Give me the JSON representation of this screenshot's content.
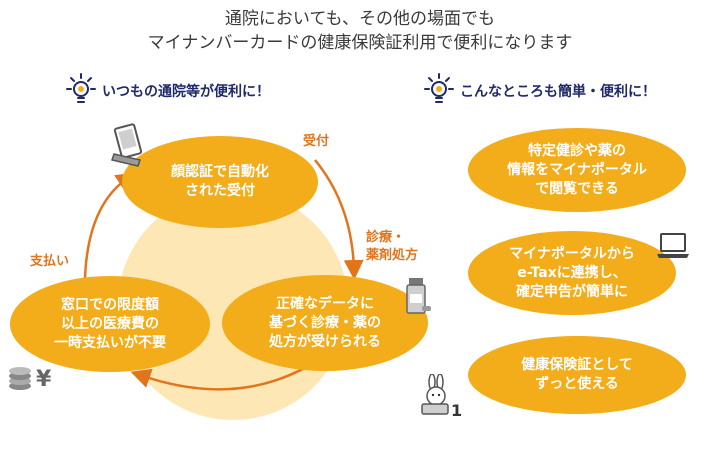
{
  "header": {
    "line1": "通院においても、その他の場面でも",
    "line2": "マイナンバーカードの健康保険証利用で便利になります"
  },
  "left": {
    "title": "いつもの通院等が便利に！",
    "top_oval": [
      "顔認証で自動化",
      "された受付"
    ],
    "right_oval": [
      "正確なデータに",
      "基づく診療・薬の",
      "処方が受けられる"
    ],
    "left_oval": [
      "窓口での限度額",
      "以上の医療費の",
      "一時支払いが不要"
    ],
    "label_reception": "受付",
    "label_treatment": [
      "診療・",
      "薬剤処方"
    ],
    "label_payment": "支払い"
  },
  "right": {
    "title": "こんなところも簡単・便利に！",
    "oval1": [
      "特定健診や薬の",
      "情報をマイナポータル",
      "で閲覧できる"
    ],
    "oval2": [
      "マイナポータルから",
      "e-Taxに連携し、",
      "確定申告が簡単に"
    ],
    "oval3": [
      "健康保険証として",
      "ずっと使える"
    ]
  },
  "colors": {
    "accent": "#f3ac1a",
    "arrow": "#e2751c",
    "title": "#1f2a6b",
    "center_circle": "#fde7b4"
  },
  "icons": [
    "bulb-icon",
    "face-scanner-icon",
    "medicine-bottle-icon",
    "coins-yen-icon",
    "laptop-icon",
    "mascot-rabbit-icon"
  ]
}
